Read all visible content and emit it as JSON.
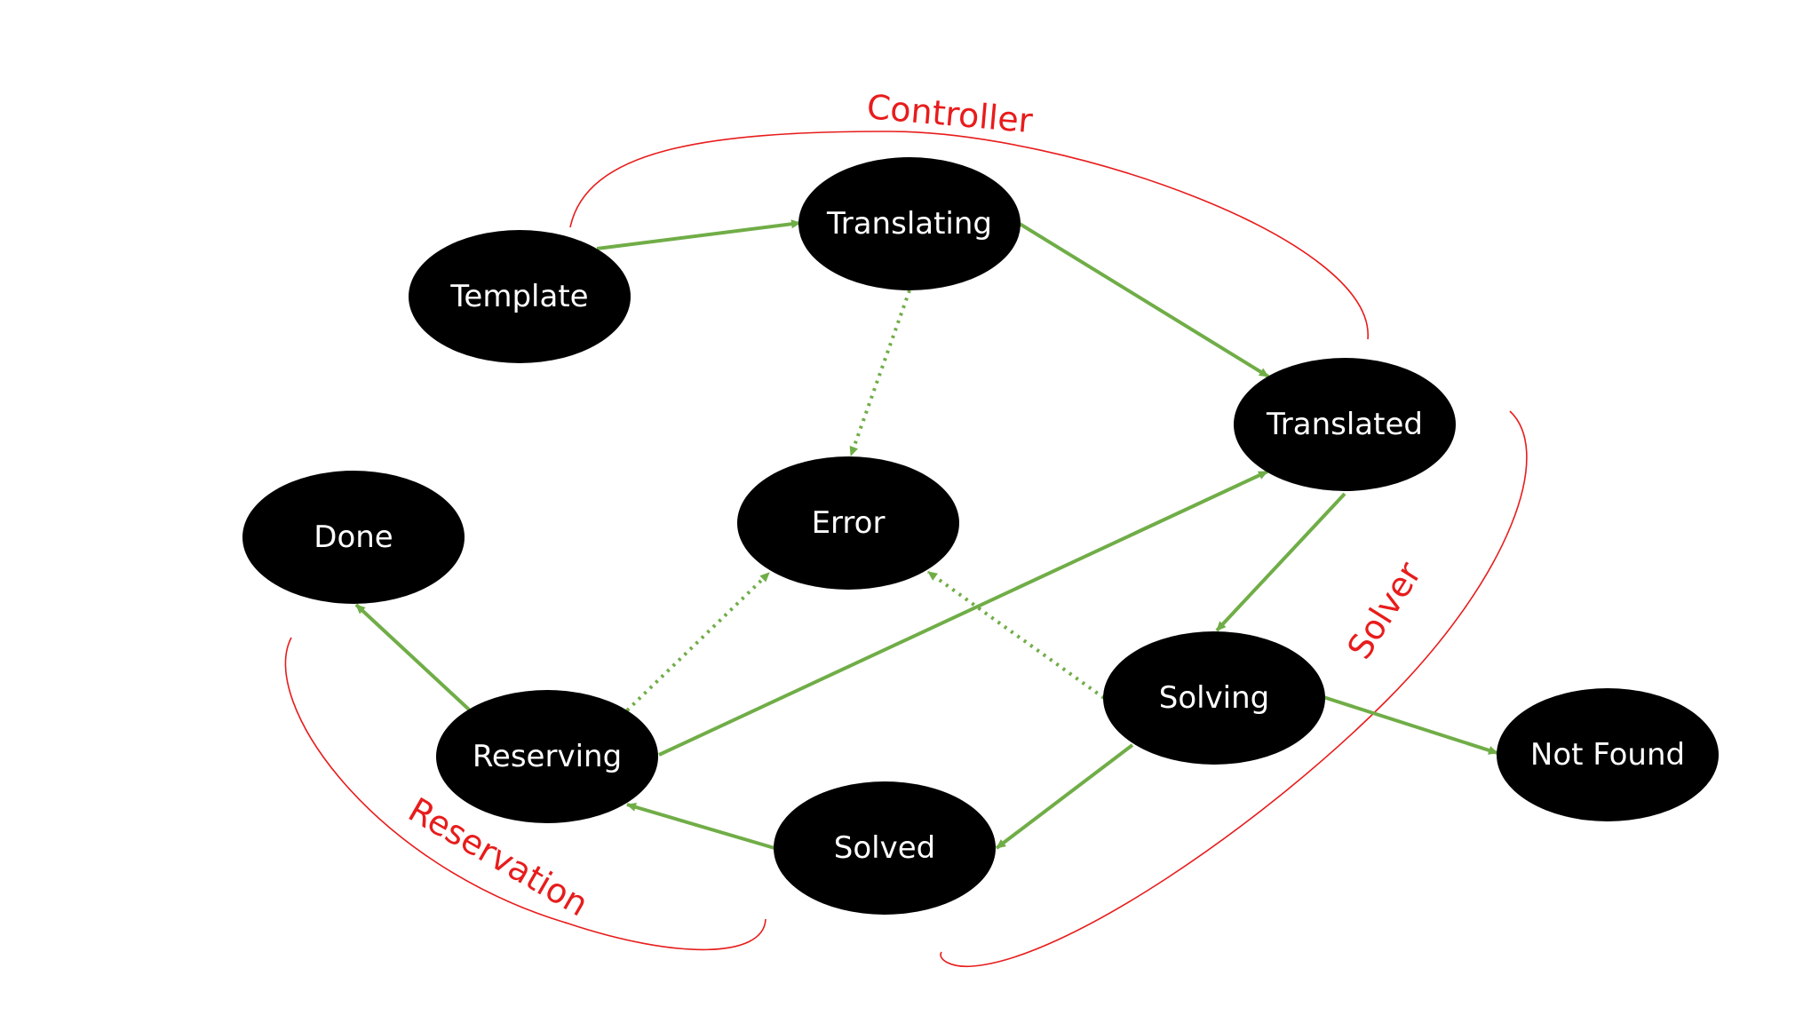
{
  "colors": {
    "node_fill": "#000000",
    "node_text": "#ffffff",
    "edge": "#70AD47",
    "group": "#E81C1C",
    "background": "#ffffff"
  },
  "nodes": {
    "template": {
      "label": "Template"
    },
    "translating": {
      "label": "Translating"
    },
    "translated": {
      "label": "Translated"
    },
    "error": {
      "label": "Error"
    },
    "done": {
      "label": "Done"
    },
    "reserving": {
      "label": "Reserving"
    },
    "solving": {
      "label": "Solving"
    },
    "solved": {
      "label": "Solved"
    },
    "not_found": {
      "label": "Not Found"
    }
  },
  "groups": {
    "controller": {
      "label": "Controller"
    },
    "solver": {
      "label": "Solver"
    },
    "reservation": {
      "label": "Reservation"
    }
  },
  "edges": [
    {
      "from": "template",
      "to": "translating",
      "style": "solid"
    },
    {
      "from": "translating",
      "to": "translated",
      "style": "solid"
    },
    {
      "from": "translating",
      "to": "error",
      "style": "dotted"
    },
    {
      "from": "translated",
      "to": "solving",
      "style": "solid"
    },
    {
      "from": "solving",
      "to": "not_found",
      "style": "solid"
    },
    {
      "from": "solving",
      "to": "solved",
      "style": "solid"
    },
    {
      "from": "solving",
      "to": "error",
      "style": "dotted"
    },
    {
      "from": "solved",
      "to": "reserving",
      "style": "solid"
    },
    {
      "from": "reserving",
      "to": "done",
      "style": "solid"
    },
    {
      "from": "reserving",
      "to": "translated",
      "style": "solid"
    },
    {
      "from": "reserving",
      "to": "error",
      "style": "dotted"
    }
  ]
}
